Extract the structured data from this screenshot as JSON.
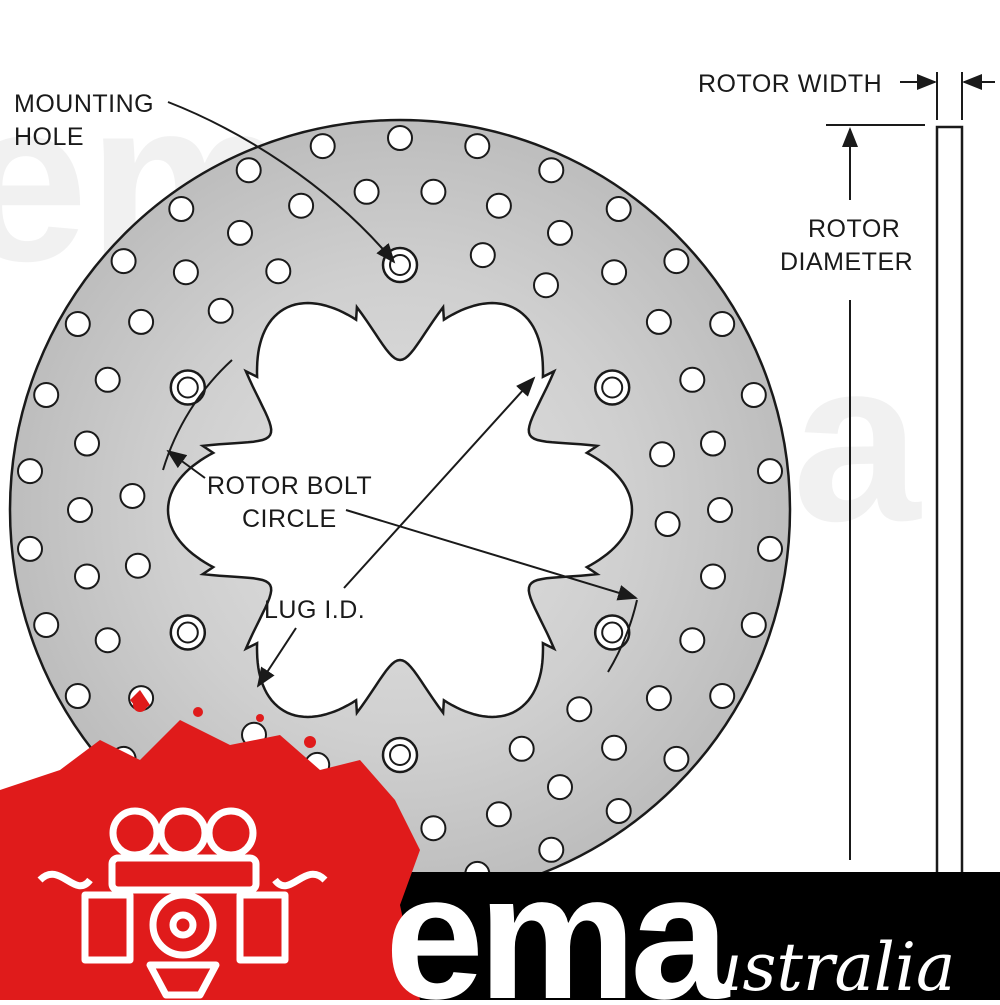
{
  "labels": {
    "mounting_hole": [
      "MOUNTING",
      "HOLE"
    ],
    "rotor_width": "ROTOR WIDTH",
    "rotor_diameter": [
      "ROTOR",
      "DIAMETER"
    ],
    "rotor_bolt_circle": [
      "ROTOR BOLT",
      "CIRCLE"
    ],
    "lug_id": "LUG I.D."
  },
  "brand": {
    "main": "ema",
    "sub": "ustralia",
    "watermark": "ema"
  },
  "colors": {
    "rotor_fill": "#c9c9c9",
    "outline": "#1a1a1a",
    "brand_red": "#e01b1b",
    "banner_black": "#000000",
    "brand_white": "#ffffff"
  },
  "icons": {
    "engine_logo": "engine-splash-logo"
  }
}
